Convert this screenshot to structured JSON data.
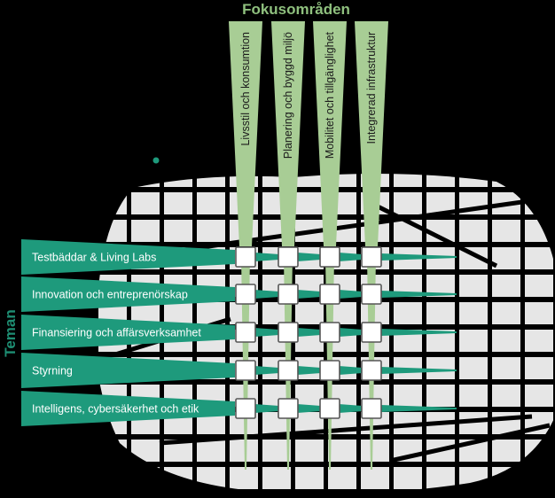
{
  "heading": {
    "focus_areas": "Fokusområden",
    "themes": "Teman"
  },
  "focus_areas": [
    "Livsstil och konsumtion",
    "Planering och byggd miljö",
    "Mobilitet och tillgänglighet",
    "Integrerad infrastruktur"
  ],
  "themes": [
    "Testbäddar & Living Labs",
    "Innovation och entreprenörskap",
    "Finansiering och affärsverksamhet",
    "Styrning",
    "Intelligens, cybersäkerhet och etik"
  ],
  "colors": {
    "background": "#000000",
    "focus_green": "#A8CD95",
    "focus_title": "#8FC07E",
    "theme_teal": "#1E9A7C",
    "theme_title": "#1E8E73",
    "city_block": "#E6E6E6",
    "node_fill": "#FFFFFF",
    "node_stroke": "#555555"
  }
}
